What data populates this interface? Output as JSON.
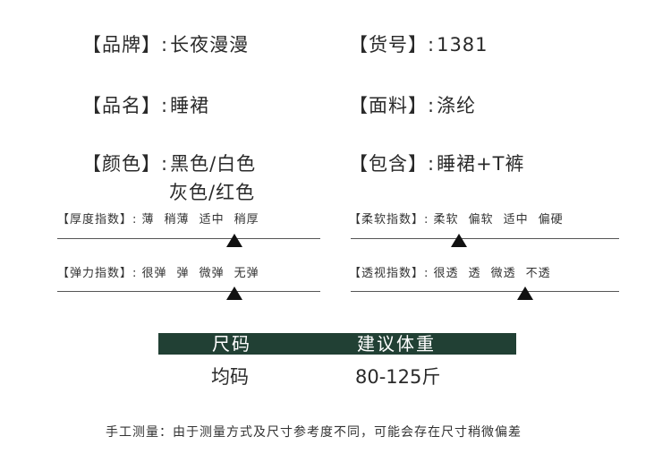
{
  "info": {
    "brand": {
      "label": "【品牌】:",
      "value": "长夜漫漫"
    },
    "item_no": {
      "label": "【货号】:",
      "value": "1381"
    },
    "name": {
      "label": "【品名】:",
      "value": "睡裙"
    },
    "fabric": {
      "label": "【面料】:",
      "value": "涤纶"
    },
    "colors": {
      "label": "【颜色】:",
      "value_line1": "黑色/白色",
      "value_line2": "灰色/红色"
    },
    "includes": {
      "label": "【包含】:",
      "value": "睡裙+T裤"
    }
  },
  "scales": {
    "thickness": {
      "label": "【厚度指数】:",
      "options": [
        "薄",
        "稍薄",
        "适中",
        "稍厚"
      ],
      "selected": "适中"
    },
    "softness": {
      "label": "【柔软指数】:",
      "options": [
        "柔软",
        "偏软",
        "适中",
        "偏硬"
      ],
      "selected": "偏软"
    },
    "elasticity": {
      "label": "【弹力指数】:",
      "options": [
        "很弹",
        "弹",
        "微弹",
        "无弹"
      ],
      "selected": "微弹"
    },
    "transparency": {
      "label": "【透视指数】:",
      "options": [
        "很透",
        "透",
        "微透",
        "不透"
      ],
      "selected": "微透"
    }
  },
  "size_table": {
    "headers": [
      "尺码",
      "建议体重"
    ],
    "rows": [
      [
        "均码",
        "80-125斤"
      ]
    ]
  },
  "note": "手工测量：由于测量方式及尺寸参考度不同，可能会存在尺寸稍微偏差",
  "colors": {
    "header_bg": "#214034",
    "text": "#2a2a2a"
  }
}
